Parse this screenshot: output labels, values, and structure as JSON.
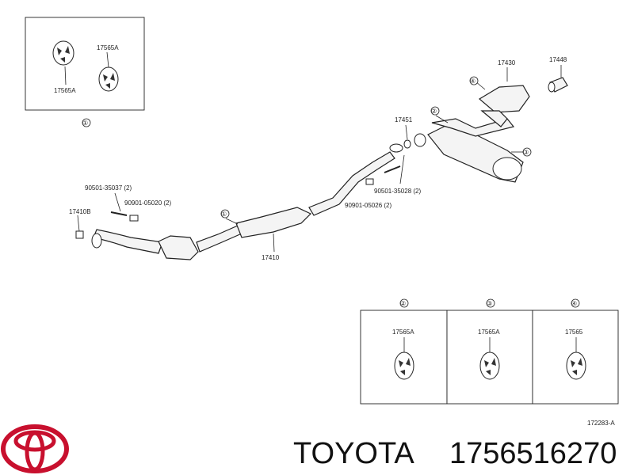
{
  "colors": {
    "logo": "#c8102e",
    "ink": "#222222",
    "text": "#111111"
  },
  "inset_top": {
    "label_a": "17565A",
    "label_b": "17565A",
    "circle": "①"
  },
  "main": {
    "label_17430": "17430",
    "label_17448": "17448",
    "label_17451": "17451",
    "label_17410": "17410",
    "label_17410b": "17410B",
    "label_90501_35037": "90501-35037 (2)",
    "label_90901_05020": "90901-05020 (2)",
    "label_90501_35028": "90501-35028 (2)",
    "label_90901_05026": "90901-05026 (2)",
    "circle_1": "①",
    "circle_2": "②",
    "circle_3": "③",
    "circle_4": "④"
  },
  "insets_bottom": {
    "col1": {
      "circle": "②",
      "label": "17565A"
    },
    "col2": {
      "circle": "③",
      "label": "17565A"
    },
    "col3": {
      "circle": "④",
      "label": "17565"
    }
  },
  "diagram_code": "172283-A",
  "brand": {
    "name": "TOYOTA",
    "part_number": "1756516270",
    "logo_icon": "toyota-logo-icon"
  }
}
